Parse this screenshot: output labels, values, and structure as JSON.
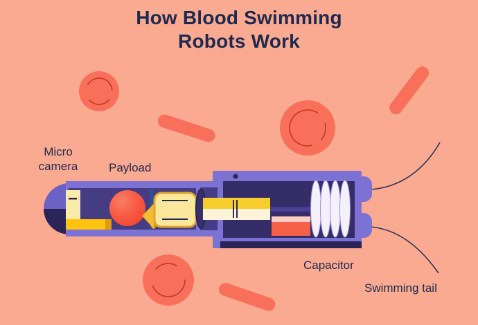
{
  "title": {
    "line1": "How Blood Swimming",
    "line2": "Robots Work"
  },
  "labels": {
    "micro_camera": {
      "line1": "Micro",
      "line2": "camera"
    },
    "payload": "Payload",
    "capacitor": "Capacitor",
    "swimming_tail": "Swimming tail"
  },
  "colors": {
    "background": "#FBAA92",
    "blood_cell_red": "#F9705A",
    "blood_cell_detail": "#C9382A",
    "text_navy": "#1C2A4E",
    "robot_body_purple": "#7C72D3",
    "robot_front_interior": "#453C82",
    "robot_rear_interior": "#342D68",
    "robot_shadow_navy": "#2B2456",
    "dome_top_purple": "#6C62C6",
    "camera_cream": "#F9ECA9",
    "bracket_gold": "#FFC30D",
    "payload_sphere_red": "#F6523C",
    "capsule_yellow": "#FBE89C",
    "capsule_border_gold": "#DFA52C",
    "divider_blue": "#2F4FA5",
    "rod_yellow": "#F8CE2F",
    "rod_cream": "#FCF3D8",
    "piston_purple": "#4A3F96",
    "capacitor_red": "#F6604A",
    "capacitor_pink": "#FCCDC2",
    "coil_white": "#F4F1FC",
    "tail_line": "#2C3254"
  }
}
